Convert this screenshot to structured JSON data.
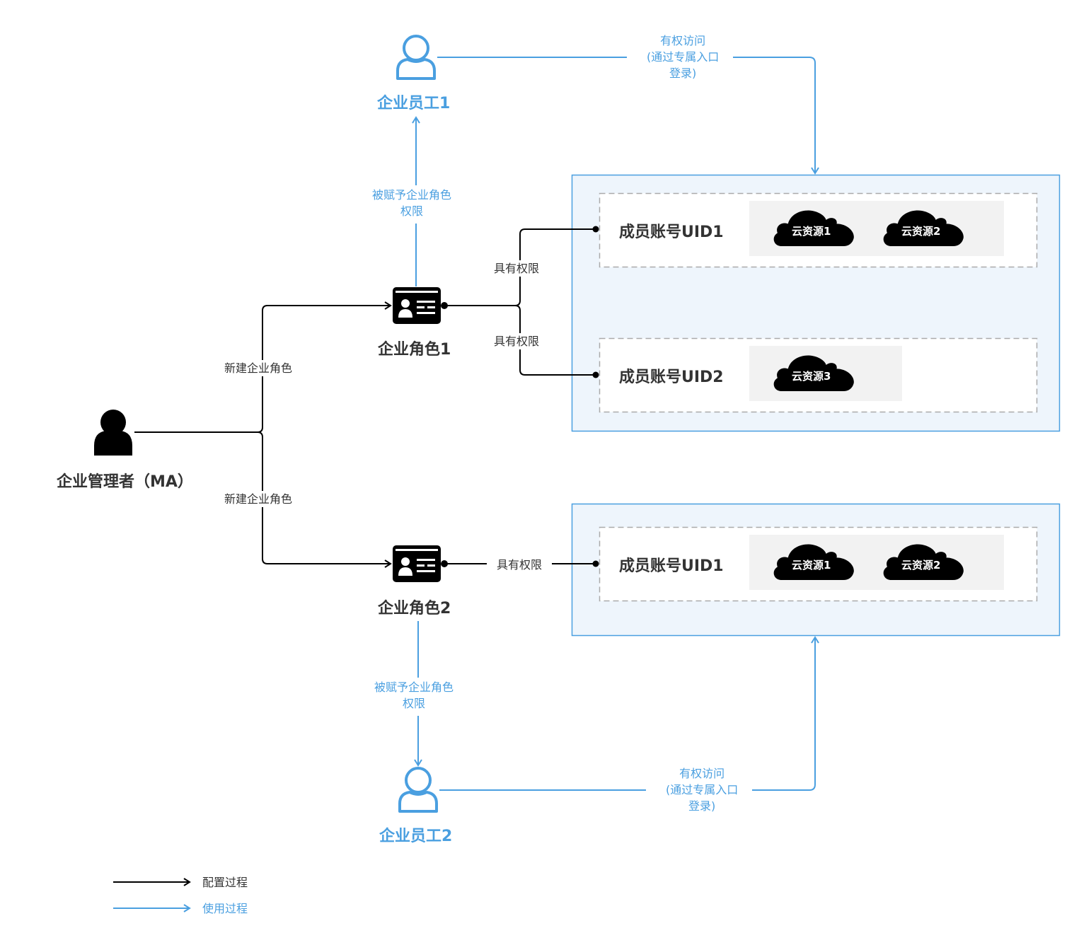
{
  "nodes": {
    "admin": {
      "label": "企业管理者（MA）",
      "icon": "user-solid-icon"
    },
    "role1": {
      "label": "企业角色1",
      "icon": "id-card-icon"
    },
    "role2": {
      "label": "企业角色2",
      "icon": "id-card-icon"
    },
    "employee1": {
      "label": "企业员工1",
      "icon": "user-outline-icon"
    },
    "employee2": {
      "label": "企业员工2",
      "icon": "user-outline-icon"
    }
  },
  "edges": {
    "create_role1": "新建企业角色",
    "create_role2": "新建企业角色",
    "role1_to_uid1": "具有权限",
    "role1_to_uid2": "具有权限",
    "role2_to_uid1": "具有权限",
    "grant_employee1": "被赋予企业角色\n权限",
    "grant_employee2": "被赋予企业角色\n权限",
    "access_employee1": "有权访问\n(通过专属入口\n登录)",
    "access_employee2": "有权访问\n(通过专属入口\n登录)"
  },
  "accounts": {
    "group1": [
      {
        "label": "成员账号UID1",
        "resources": [
          "云资源1",
          "云资源2"
        ]
      },
      {
        "label": "成员账号UID2",
        "resources": [
          "云资源3"
        ]
      }
    ],
    "group2": [
      {
        "label": "成员账号UID1",
        "resources": [
          "云资源1",
          "云资源2"
        ]
      }
    ]
  },
  "legend": [
    {
      "label": "配置过程",
      "color": "#000000"
    },
    {
      "label": "使用过程",
      "color": "#4a9fe0"
    }
  ],
  "colors": {
    "config_line": "#000000",
    "usage_line": "#4a9fe0",
    "group_fill": "#eef5fc",
    "group_border": "#4a9fe0",
    "account_border": "#aaaaaa",
    "resource_fill": "#f2f2f2"
  }
}
